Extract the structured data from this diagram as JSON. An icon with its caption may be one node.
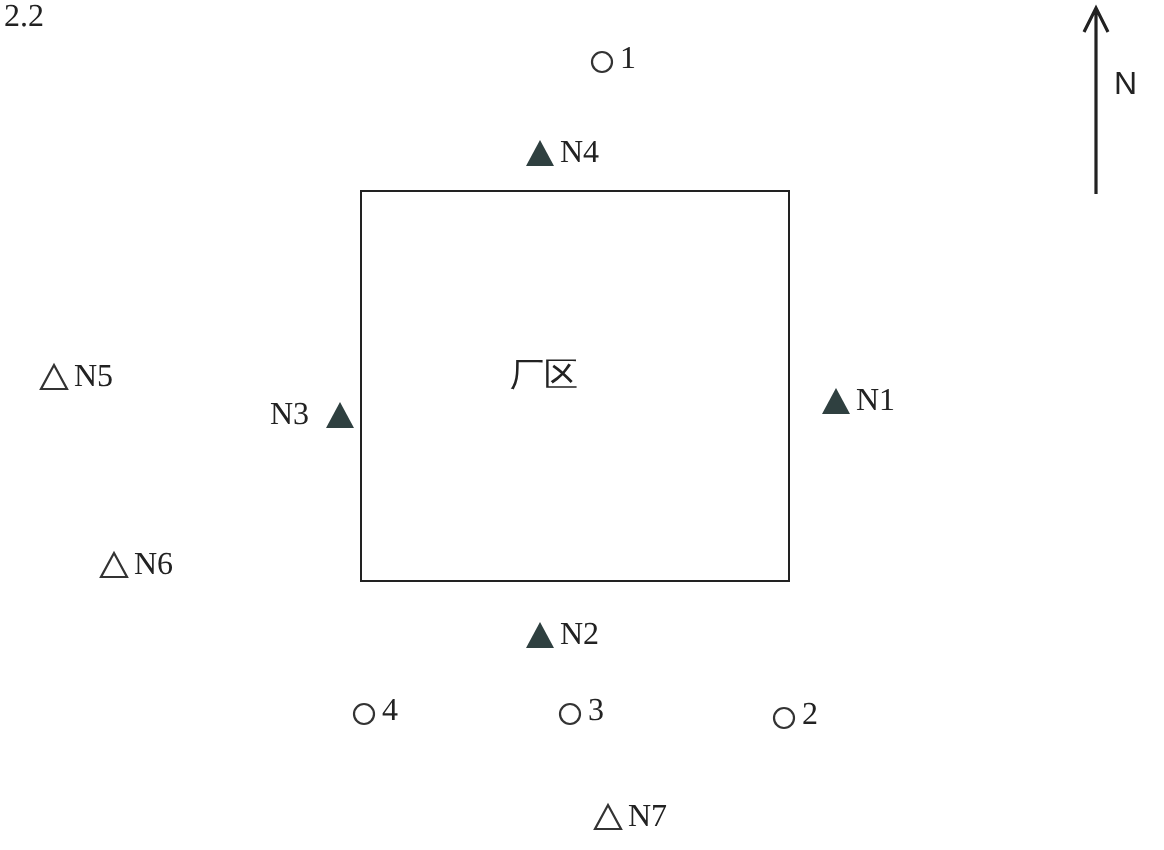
{
  "diagram": {
    "nodes": [
      {
        "text": [
          "厂区"
        ]
      }
    ],
    "labels": [
      "2.2",
      "1",
      "N4",
      "N",
      "N5",
      "N3",
      "N1",
      "N6",
      "N2",
      "4",
      "3",
      "2",
      "N7"
    ]
  }
}
